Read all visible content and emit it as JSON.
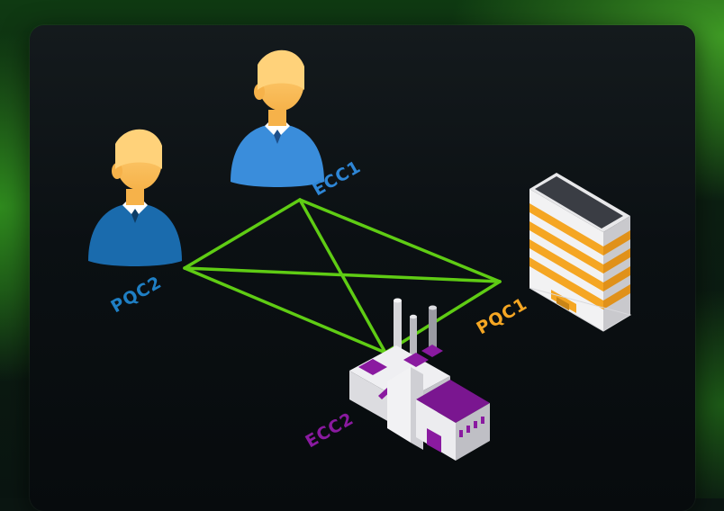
{
  "nodes": {
    "ecc1": {
      "label": "ECC1",
      "color": "#2e86d6"
    },
    "pqc2": {
      "label": "PQC2",
      "color": "#1f7fc4"
    },
    "pqc1": {
      "label": "PQC1",
      "color": "#f5a623"
    },
    "ecc2": {
      "label": "ECC2",
      "color": "#8a1aa0"
    }
  },
  "edges": [
    [
      "ecc1",
      "pqc2"
    ],
    [
      "ecc1",
      "pqc1"
    ],
    [
      "ecc1",
      "ecc2"
    ],
    [
      "pqc2",
      "pqc1"
    ],
    [
      "pqc2",
      "ecc2"
    ],
    [
      "pqc1",
      "ecc2"
    ]
  ],
  "colors": {
    "edge": "#5fcc14"
  },
  "icons": {
    "ecc1": "person-icon",
    "pqc2": "person-icon",
    "pqc1": "office-building-icon",
    "ecc2": "factory-icon"
  }
}
